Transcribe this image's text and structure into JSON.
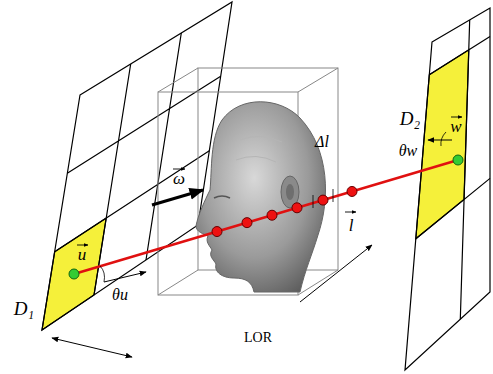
{
  "diagram": {
    "labels": [
      "D₁",
      "u",
      "θu",
      "ω",
      "Δl",
      "l",
      "LOR",
      "D₂",
      "w",
      "θw"
    ]
  }
}
